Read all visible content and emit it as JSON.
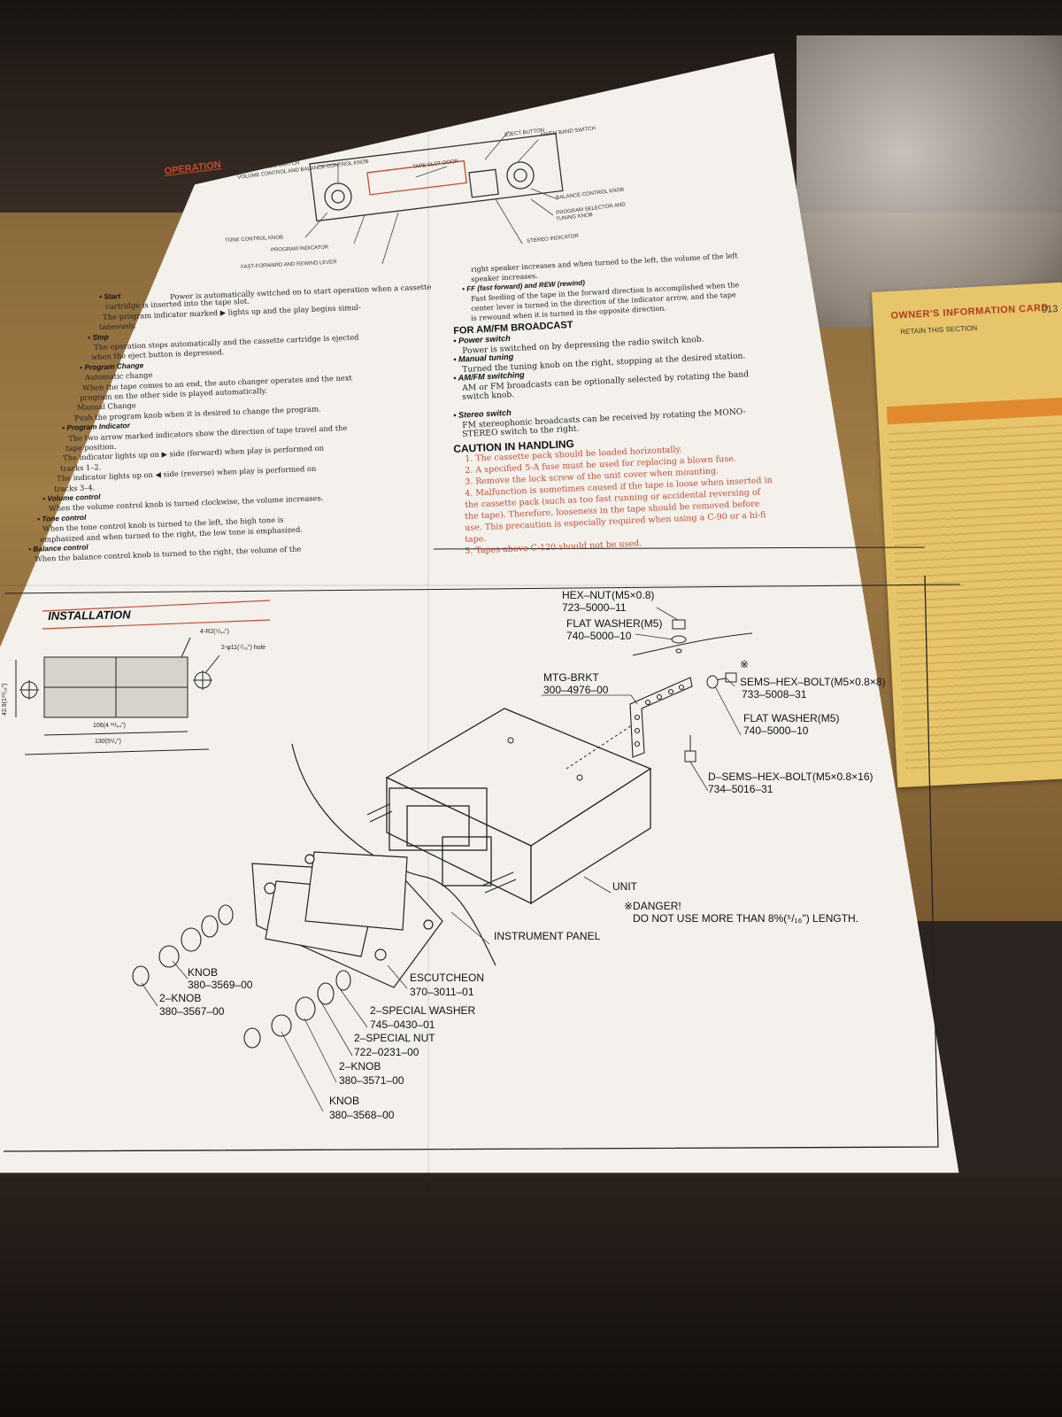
{
  "operation": {
    "heading": "OPERATION",
    "diagram_labels": {
      "mono_stereo": "MONO/STEREO SWITCH",
      "volume_knob": "VOLUME CONTROL AND BALANCE CONTROL KNOB",
      "tape_slot": "TAPE SLOT DOOR",
      "eject": "EJECT BUTTON",
      "am_fm": "AM/FM BAND SWITCH",
      "balance": "BALANCE CONTROL KNOB",
      "program_selector": "PROGRAM SELECTOR AND",
      "tuning_knob": "TUNING KNOB",
      "stereo_indicator": "STEREO INDICATOR",
      "tone": "TONE CONTROL KNOB",
      "program_indicator": "PROGRAM INDICATOR",
      "ff_rew": "FAST-FORWARD AND REWIND LEVER"
    },
    "left_col": [
      {
        "h": "Start",
        "t": "Power is automatically switched on to start operation when a cassette"
      },
      {
        "t": "cartridge is inserted into the tape slot."
      },
      {
        "t": "The program indicator marked ▶ lights up and the play begins simul-"
      },
      {
        "t": "taneously."
      },
      {
        "h": "Stop",
        "t": ""
      },
      {
        "t": "The operation stops automatically and the cassette cartridge is ejected"
      },
      {
        "t": "when the eject button is depressed."
      },
      {
        "h": "Program Change",
        "t": ""
      },
      {
        "t": "Automatic change"
      },
      {
        "t": "When the tape comes to an end, the auto changer operates and the next"
      },
      {
        "t": "program on the other side is played automatically."
      },
      {
        "t": "Manual Change"
      },
      {
        "t": "Push the program knob when it is desired to change the program."
      },
      {
        "h": "Program Indicator",
        "t": ""
      },
      {
        "t": "The two arrow marked indicators show the direction of tape travel and the"
      },
      {
        "t": "tape position."
      },
      {
        "t": "The indicator lights up on ▶ side (forward) when play is performed on"
      },
      {
        "t": "tracks 1–2."
      },
      {
        "t": "The indicator lights up on ◀ side (reverse) when play is performed on"
      },
      {
        "t": "tracks 3–4."
      },
      {
        "h": "Volume control",
        "t": ""
      },
      {
        "t": "When the volume control knob is turned clockwise, the volume increases."
      },
      {
        "h": "Tone control",
        "t": ""
      },
      {
        "t": "When the tone control knob is turned to the left, the high tone is"
      },
      {
        "t": "emphasized and when turned to the right, the low tone is emphasized."
      },
      {
        "h": "Balance control",
        "t": ""
      },
      {
        "t": "When the balance control knob is turned to the right, the volume of the"
      }
    ],
    "right_col": [
      {
        "t": "right speaker increases and when turned to the left, the volume of the left"
      },
      {
        "t": "speaker increases."
      },
      {
        "h": "FF (fast forward) and REW (rewind)",
        "t": ""
      },
      {
        "t": "Fast feeding of the tape in the forward direction is accomplished when the"
      },
      {
        "t": "center lever is turned in the direction of the indicator arrow, and the tape"
      },
      {
        "t": "is rewound when it is turned in the opposite direction."
      }
    ],
    "amfm_heading": "FOR AM/FM BROADCAST",
    "amfm": [
      {
        "h": "Power switch",
        "t": "Power is switched on by depressing the radio switch knob."
      },
      {
        "h": "Manual tuning",
        "t": "Turned the tuning knob on the right, stopping at the desired station."
      },
      {
        "h": "AM/FM switching",
        "t": "AM or FM broadcasts can be optionally selected by rotating the band"
      },
      {
        "h": "",
        "t": "switch knob."
      },
      {
        "h": "Stereo switch",
        "t": "FM stereophonic broadcasts can be received by rotating the MONO-"
      },
      {
        "h": "",
        "t": "STEREO switch to the right."
      }
    ],
    "caution_heading": "CAUTION IN HANDLING",
    "caution": [
      "1. The cassette pack should be loaded horizontally.",
      "2. A specified 5-A fuse must be used for replacing a blown fuse.",
      "3. Remove the lock screw of the unit cover when mounting.",
      "4. Malfunction is sometimes caused if the tape is loose when inserted in",
      "the cassette pack (such as too fast running or accidental reversing of",
      "the tape).   Therefore, looseness in the tape should be removed before",
      "use.   This precaution is especially required when using a C-90 or a hi-fi",
      "tape.",
      "5. Tapes above C-120 should not be used."
    ]
  },
  "installation": {
    "heading": "INSTALLATION",
    "dims": {
      "r": "4-R2(⁵/₆₄\")",
      "hole": "2-φ11(⁷/₁₆\") hole",
      "h": "42.9(1¹¹/₁₆\")",
      "w1": "106(4 ¹¹/₆₄\")",
      "w2": "130(5¹/₈\")"
    },
    "parts": {
      "hex_nut": [
        "HEX–NUT(M5×0.8)",
        "723–5000–11"
      ],
      "flat_washer_top": [
        "FLAT WASHER(M5)",
        "740–5000–10"
      ],
      "mtg_brkt": [
        "MTG-BRKT",
        "300–4976–00"
      ],
      "sems_bolt": [
        "SEMS–HEX–BOLT(M5×0.8×8)",
        "733–5008–31"
      ],
      "flat_washer_right": [
        "FLAT WASHER(M5)",
        "740–5000–10"
      ],
      "d_sems_bolt": [
        "D–SEMS–HEX–BOLT(M5×0.8×16)",
        "734–5016–31"
      ],
      "unit": "UNIT",
      "danger1": "※DANGER!",
      "danger2": "DO NOT USE MORE THAN 8%(⁵/₁₆\") LENGTH.",
      "instrument_panel": "INSTRUMENT PANEL",
      "escutcheon": [
        "ESCUTCHEON",
        "370–3011–01"
      ],
      "special_washer": [
        "2–SPECIAL WASHER",
        "745–0430–01"
      ],
      "special_nut": [
        "2–SPECIAL NUT",
        "722–0231–00"
      ],
      "knob_a": [
        "KNOB",
        "380–3569–00"
      ],
      "knob_b": [
        "2–KNOB",
        "380–3567–00"
      ],
      "knob_c": [
        "2–KNOB",
        "380–3571–00"
      ],
      "knob_d": [
        "KNOB",
        "380–3568–00"
      ],
      "star": "※"
    }
  },
  "card": {
    "title": "OWNER'S INFORMATION CARD",
    "code": "013",
    "sub": "RETAIN THIS SECTION"
  }
}
